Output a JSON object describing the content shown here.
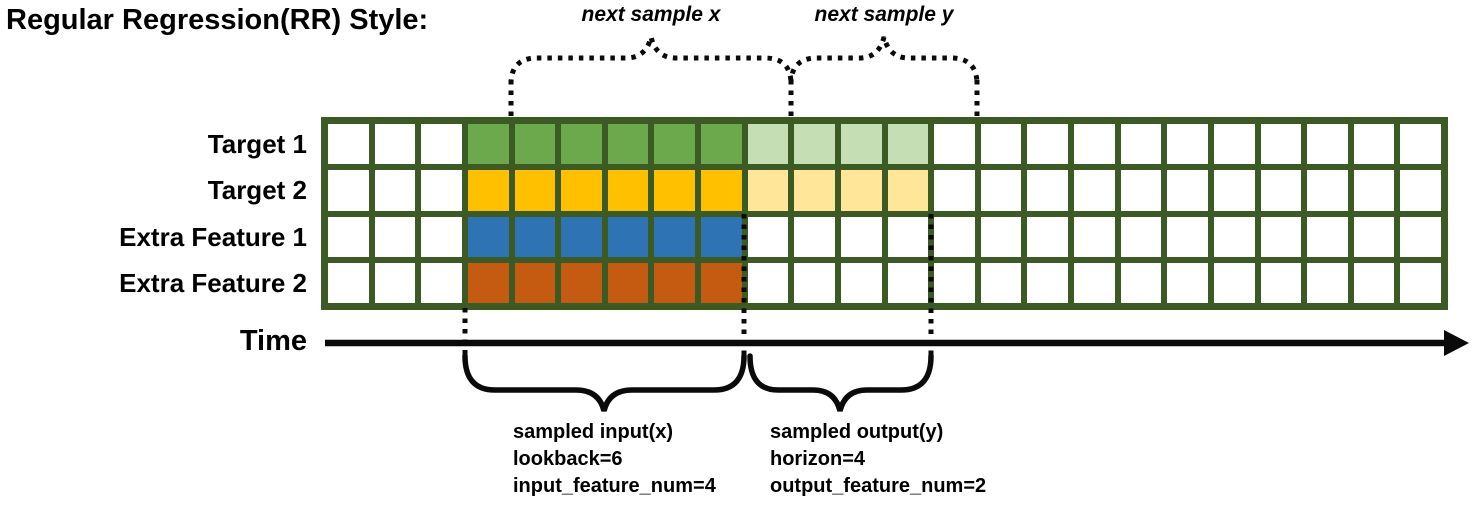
{
  "title": "Regular Regression(RR) Style:",
  "top_annotations": {
    "next_sample_x": "next sample x",
    "next_sample_y": "next sample y"
  },
  "grid": {
    "border_color": "#3C5A24",
    "empty_cell_color": "#FFFFFF",
    "columns": {
      "lead_empty": 3,
      "input": 6,
      "output": 4,
      "trail_empty": 11,
      "total": 24
    },
    "rows": [
      {
        "label": "Target 1",
        "type": "target",
        "input_color": "#6CA94C",
        "output_color": "#C5DEB3"
      },
      {
        "label": "Target 2",
        "type": "target",
        "input_color": "#FFC000",
        "output_color": "#FFE699"
      },
      {
        "label": "Extra Feature 1",
        "type": "extra_feature",
        "input_color": "#2E74B5",
        "output_color": null
      },
      {
        "label": "Extra Feature 2",
        "type": "extra_feature",
        "input_color": "#C55A11",
        "output_color": null
      }
    ]
  },
  "time_axis": {
    "label": "Time"
  },
  "bottom_annotations": {
    "input": {
      "line1": "sampled input(x)",
      "line2": "lookback=6",
      "line3": "input_feature_num=4"
    },
    "output": {
      "line1": "sampled output(y)",
      "line2": "horizon=4",
      "line3": "output_feature_num=2"
    }
  }
}
